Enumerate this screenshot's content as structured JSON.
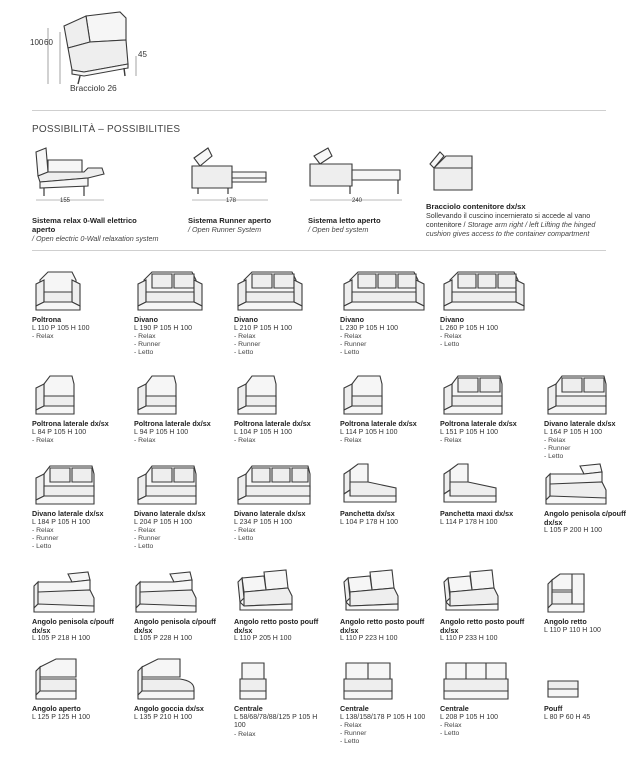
{
  "header": {
    "dim_left_1": "100",
    "dim_left_2": "60",
    "dim_right": "45",
    "caption": "Bracciolo 26"
  },
  "possibilities": {
    "title": "POSSIBILITÀ – POSSIBILITIES",
    "options": [
      {
        "dim": "155",
        "title": "Sistema relax 0-Wall elettrico aperto",
        "sub": "/ Open electric 0-Wall relaxation system"
      },
      {
        "dim": "178",
        "title": "Sistema Runner aperto",
        "sub": "/ Open Runner System"
      },
      {
        "dim": "240",
        "title": "Sistema letto aperto",
        "sub": "/ Open bed system"
      },
      {
        "dim": "",
        "title": "Bracciolo contenitore dx/sx",
        "title2": "Sollevando il cuscino incernierato si accede al vano contenitore / ",
        "sub": "Storage arm right / left Lifting the hinged cushion gives access to the container compartment"
      }
    ]
  },
  "items": [
    {
      "name": "Poltrona",
      "dims": "L 110 P 105 H 100",
      "options": [
        "- Relax"
      ],
      "shape": "armchair"
    },
    {
      "name": "Divano",
      "dims": "L 190 P 105 H 100",
      "options": [
        "- Relax",
        "- Runner",
        "- Letto"
      ],
      "shape": "sofa2"
    },
    {
      "name": "Divano",
      "dims": "L 210 P 105 H 100",
      "options": [
        "- Relax",
        "- Runner",
        "- Letto"
      ],
      "shape": "sofa2"
    },
    {
      "name": "Divano",
      "dims": "L 230 P 105 H 100",
      "options": [
        "- Relax",
        "- Runner",
        "- Letto"
      ],
      "shape": "sofa3"
    },
    {
      "name": "Divano",
      "dims": "L 260 P 105 H 100",
      "options": [
        "- Relax",
        "- Letto"
      ],
      "shape": "sofa3"
    },
    {
      "name": "Poltrona laterale dx/sx",
      "dims": "L 84 P 105 H 100",
      "options": [
        "- Relax"
      ],
      "shape": "side1"
    },
    {
      "name": "Poltrona laterale dx/sx",
      "dims": "L 94 P 105 H 100",
      "options": [
        "- Relax"
      ],
      "shape": "side1"
    },
    {
      "name": "Poltrona laterale dx/sx",
      "dims": "L 104 P 105 H 100",
      "options": [
        "- Relax"
      ],
      "shape": "side1"
    },
    {
      "name": "Poltrona laterale dx/sx",
      "dims": "L 114 P 105 H 100",
      "options": [
        "- Relax"
      ],
      "shape": "side1"
    },
    {
      "name": "Poltrona laterale dx/sx",
      "dims": "L 151 P 105 H 100",
      "options": [
        "- Relax"
      ],
      "shape": "side2"
    },
    {
      "name": "Divano laterale dx/sx",
      "dims": "L 164 P 105 H 100",
      "options": [
        "- Relax",
        "- Runner",
        "- Letto"
      ],
      "shape": "side2"
    },
    {
      "name": "Divano laterale dx/sx",
      "dims": "L 184 P 105 H 100",
      "options": [
        "- Relax",
        "- Runner",
        "- Letto"
      ],
      "shape": "side2"
    },
    {
      "name": "Divano laterale dx/sx",
      "dims": "L 204 P 105 H 100",
      "options": [
        "- Relax",
        "- Runner",
        "- Letto"
      ],
      "shape": "side2"
    },
    {
      "name": "Divano laterale dx/sx",
      "dims": "L 234 P 105 H 100",
      "options": [
        "- Relax",
        "- Letto"
      ],
      "shape": "side3"
    },
    {
      "name": "Panchetta dx/sx",
      "dims": "L 104 P 178 H 100",
      "options": [],
      "shape": "chaise"
    },
    {
      "name": "Panchetta maxi dx/sx",
      "dims": "L 114 P 178 H 100",
      "options": [],
      "shape": "chaise"
    },
    {
      "name": "Angolo penisola c/pouff dx/sx",
      "dims": "L 105 P 200 H 100",
      "options": [],
      "shape": "peninsula"
    },
    {
      "name": "Angolo penisola c/pouff dx/sx",
      "dims": "L 105 P 218 H 100",
      "options": [],
      "shape": "peninsula"
    },
    {
      "name": "Angolo penisola c/pouff dx/sx",
      "dims": "L 105 P 228 H 100",
      "options": [],
      "shape": "peninsula"
    },
    {
      "name": "Angolo retto posto pouff dx/sx",
      "dims": "L 110 P 205 H 100",
      "options": [],
      "shape": "corner"
    },
    {
      "name": "Angolo retto posto pouff dx/sx",
      "dims": "L 110 P 223 H 100",
      "options": [],
      "shape": "corner"
    },
    {
      "name": "Angolo retto posto pouff dx/sx",
      "dims": "L 110 P 233 H 100",
      "options": [],
      "shape": "corner"
    },
    {
      "name": "Angolo retto",
      "dims": "L 110 P 110 H 100",
      "options": [],
      "shape": "corner-small"
    },
    {
      "name": "Angolo aperto",
      "dims": "L 125 P 125 H 100",
      "options": [],
      "shape": "open-corner"
    },
    {
      "name": "Angolo goccia dx/sx",
      "dims": "L 135 P 210 H 100",
      "options": [],
      "shape": "drop"
    },
    {
      "name": "Centrale",
      "dims": "L 58/68/78/88/125 P 105 H 100",
      "options": [
        "- Relax"
      ],
      "shape": "center1"
    },
    {
      "name": "Centrale",
      "dims": "L 138/158/178 P 105 H 100",
      "options": [
        "- Relax",
        "- Runner",
        "- Letto"
      ],
      "shape": "center2"
    },
    {
      "name": "Centrale",
      "dims": "L 208 P 105 H 100",
      "options": [
        "- Relax",
        "- Letto"
      ],
      "shape": "center3"
    },
    {
      "name": "Pouff",
      "dims": "L 80 P 60 H 45",
      "options": [],
      "shape": "pouff"
    }
  ]
}
